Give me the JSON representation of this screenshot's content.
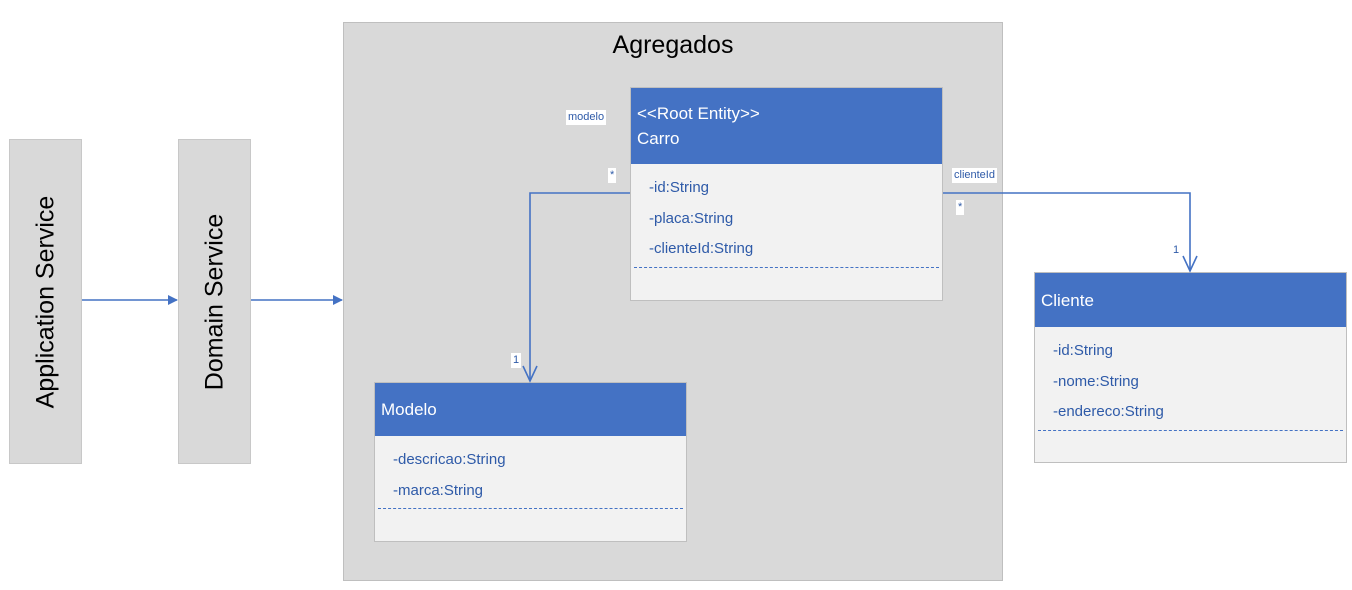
{
  "services": {
    "application": "Application Service",
    "domain": "Domain Service"
  },
  "aggregate": {
    "title": "Agregados"
  },
  "carro": {
    "stereotype": "<<Root Entity>>",
    "name": "Carro",
    "attributes": [
      "-id:String",
      "-placa:String",
      "-clienteId:String"
    ]
  },
  "modelo": {
    "name": "Modelo",
    "attributes": [
      "-descricao:String",
      "-marca:String"
    ]
  },
  "cliente": {
    "name": "Cliente",
    "attributes": [
      "-id:String",
      "-nome:String",
      "-endereco:String"
    ]
  },
  "relations": {
    "carro_modelo": {
      "role": "modelo",
      "source_multiplicity": "*",
      "target_multiplicity": "1"
    },
    "carro_cliente": {
      "role": "clienteId",
      "source_multiplicity": "*",
      "target_multiplicity": "1"
    }
  },
  "colors": {
    "accent": "#4472c4",
    "box_fill": "#d9d9d9",
    "class_fill": "#f2f2f2",
    "attribute_text": "#2e5aa8"
  }
}
